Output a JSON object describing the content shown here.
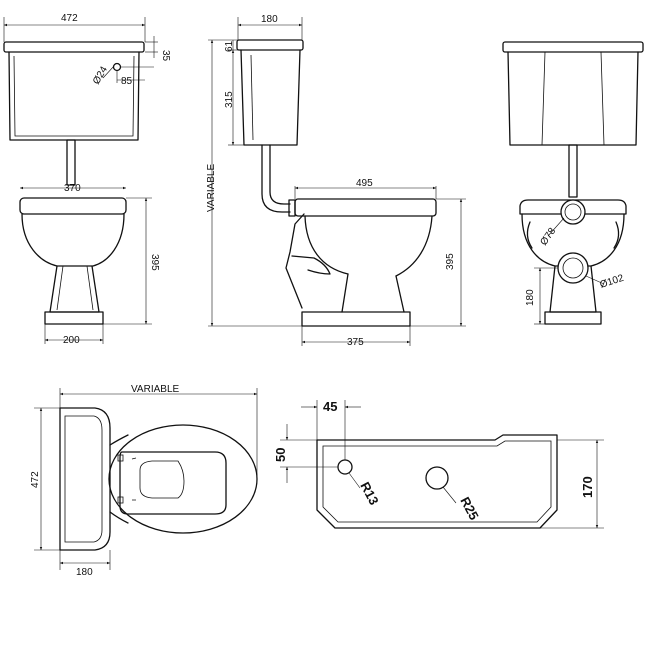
{
  "labels": {
    "front_width": "472",
    "side_depth": "180",
    "cistern_top": "35",
    "inlet_diameter": "Ø24",
    "inlet_offset": "85",
    "cistern_lid": "61",
    "cistern_height": "315",
    "variable_vertical": "VARIABLE",
    "bowl_width": "370",
    "bowl_height": "395",
    "base_width": "200",
    "side_length": "495",
    "side_height": "395",
    "side_base": "375",
    "outlet_diameter": "Ø78",
    "outlet_height": "180",
    "waste_diameter": "Ø102",
    "plan_variable": "VARIABLE",
    "plan_width": "472",
    "plan_depth": "180",
    "top_offset_x": "45",
    "top_offset_y": "50",
    "hole_small_radius": "R13",
    "hole_large_radius": "R25",
    "cistern_depth": "170"
  }
}
